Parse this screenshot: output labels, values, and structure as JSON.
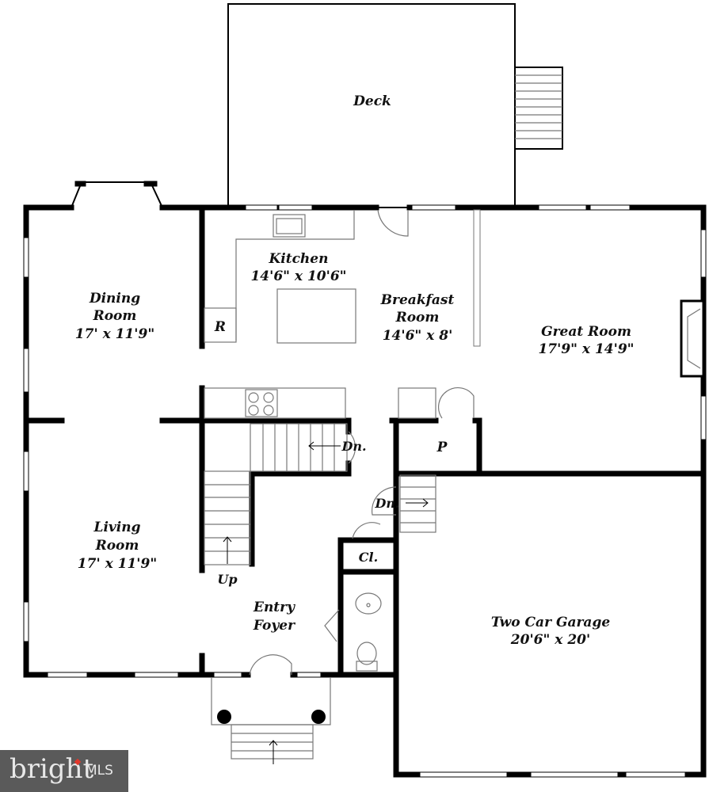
{
  "rooms": {
    "deck": {
      "name": "Deck"
    },
    "kitchen": {
      "name": "Kitchen",
      "size": "14'6\" x 10'6\""
    },
    "breakfast": {
      "name1": "Breakfast",
      "name2": "Room",
      "size": "14'6\" x 8'"
    },
    "dining": {
      "name1": "Dining",
      "name2": "Room",
      "size": "17' x 11'9\""
    },
    "great": {
      "name": "Great Room",
      "size": "17'9\" x 14'9\""
    },
    "living": {
      "name1": "Living",
      "name2": "Room",
      "size": "17' x 11'9\""
    },
    "foyer": {
      "name1": "Entry",
      "name2": "Foyer"
    },
    "garage": {
      "name": "Two Car Garage",
      "size": "20'6\" x 20'"
    },
    "pantry": {
      "name": "P"
    },
    "closet": {
      "name": "Cl."
    },
    "refrigerator": {
      "name": "R"
    }
  },
  "stairs": {
    "down1": "Dn.",
    "down2": "Dn.",
    "up": "Up"
  },
  "logo": {
    "word": "bright",
    "suffix": "MLS",
    "accent": "#e2372b"
  }
}
